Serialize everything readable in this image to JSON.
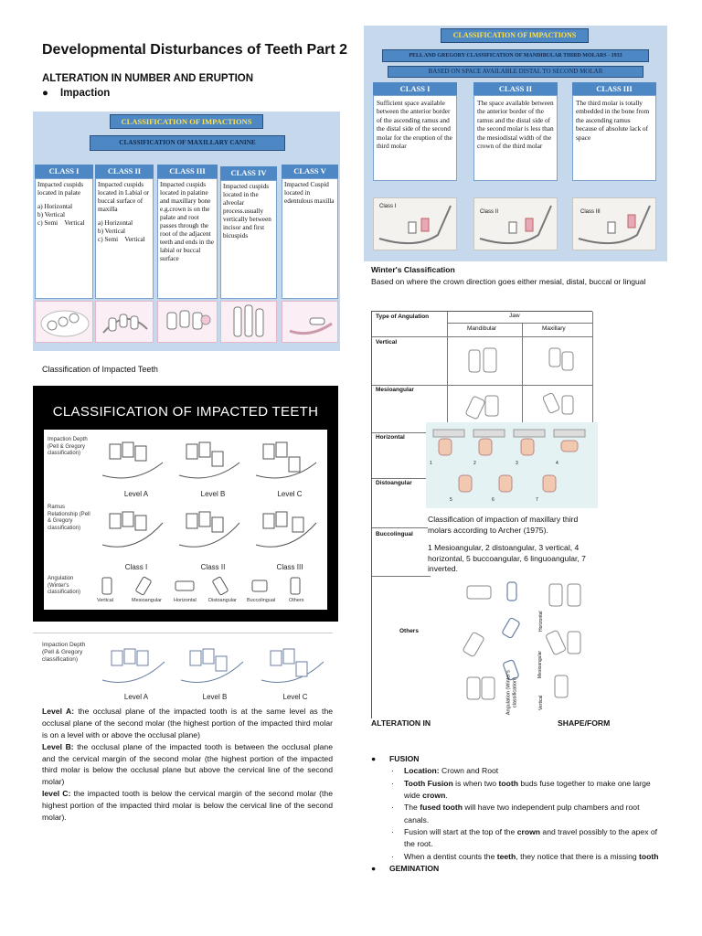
{
  "page": {
    "title": "Developmental Disturbances of Teeth Part 2",
    "section": "ALTERATION IN NUMBER AND ERUPTION",
    "bullet": "Impaction"
  },
  "canine_figure": {
    "title": "CLASSIFICATION OF IMPACTIONS",
    "subtitle": "CLASSIFICATION OF MAXILLARY CANINE",
    "classes": [
      {
        "head": "CLASS I",
        "text": "Impacted cuspids located in palate",
        "items": [
          "a)  Horizontal",
          "b)  Vertical",
          "c)  Semi    Vertical"
        ]
      },
      {
        "head": "CLASS II",
        "text": "Impacted cuspids located in Labial or buccal surface of maxilla",
        "items": [
          "a)  Horizontal",
          "b)  Vertical",
          "c)  Semi    Vertical"
        ]
      },
      {
        "head": "CLASS III",
        "text": "Impacted cuspids located in palatine and maxillary bone e.g.crown is on the palate and root passes through the root of the adjacent teeth and ends in the labial or buccal surface",
        "items": []
      },
      {
        "head": "CLASS IV",
        "text": "Impacted cuspids located in the alveolar process.usually vertically between incisor and first bicuspids",
        "items": []
      },
      {
        "head": "CLASS V",
        "text": "Impacted Cuspid located in edentulous maxilla",
        "items": []
      }
    ]
  },
  "caption_impacted": "Classification of Impacted Teeth",
  "black_figure": {
    "title": "CLASSIFICATION OF IMPACTED TEETH",
    "row1_label": "Impaction Depth (Pell & Gregory classification)",
    "row1_levels": [
      "Level A",
      "Level B",
      "Level C"
    ],
    "row2_label": "Ramus Relationship (Pell & Gregory classification)",
    "row2_levels": [
      "Class I",
      "Class II",
      "Class III"
    ],
    "row3_label": "Angulation (Winter's classification)",
    "row3_items": [
      "Vertical",
      "Mesioangular",
      "Horizontal",
      "Distoangular",
      "Buccolingual",
      "Others"
    ]
  },
  "depth_figure": {
    "label": "Impaction Depth (Pell & Gregory classification)",
    "levels": [
      "Level A",
      "Level B",
      "Level C"
    ]
  },
  "levels_text": [
    {
      "term": "Level A:",
      "text": " the occlusal plane of the impacted tooth is at the same level as the occlusal plane of the second molar (the highest portion of the impacted third molar is on a level with or above the occlusal plane)"
    },
    {
      "term": "Level B:",
      "text": " the occlusal plane of the impacted tooth is between the occlusal plane and the cervical margin of the second molar (the highest portion of the impacted third molar is below the occlusal plane but above the cervical line of the second molar)"
    },
    {
      "term": "level C:",
      "text": " the impacted tooth is below the cervical margin of the second molar (the highest portion of the impacted third molar is below the cervical line of the second molar)."
    }
  ],
  "pell_figure": {
    "title": "CLASSIFICATION OF IMPACTIONS",
    "subtitle": "PELL AND GREGORY CLASSIFICATION OF MANDIBULAR THIRD MOLARS - 1933",
    "subtitle2": "BASED ON SPACE AVAILABLE DISTAL TO SECOND MOLAR",
    "classes": [
      {
        "head": "CLASS I",
        "text": "Sufficient space available between the anterior border of the ascending ramus and the distal side of the second molar for the eruption of the third molar",
        "xray": "Class I"
      },
      {
        "head": "CLASS II",
        "text": "The space available between the anterior border of the ramus and the distal side of the second molar is less than the mesiodistal width of the crown of the third molar",
        "xray": "Class II"
      },
      {
        "head": "CLASS III",
        "text": "The third molar is totally embedded in the bone from the ascending ramus because of absolute lack of space",
        "xray": "Class III"
      }
    ]
  },
  "winters": {
    "heading": "Winter's Classification",
    "text": "Based on where the crown direction goes either mesial, distal, buccal or lingual"
  },
  "jaw_table": {
    "col0": "Type of Angulation",
    "group": "Jaw",
    "col1": "Mandibular",
    "col2": "Maxillary",
    "rows": [
      "Vertical",
      "Mesioangular",
      "Horizontal",
      "Distoangular",
      "Buccolingual",
      "Others"
    ],
    "rotated": [
      "Horizontal",
      "Mesioangular",
      "Vertical",
      "Angulation (Winter's classification)"
    ],
    "archer_nums": [
      "1",
      "2",
      "3",
      "4",
      "5",
      "6",
      "7"
    ]
  },
  "archer_text": {
    "caption": "Classification of impaction of maxillary third molars according to Archer (1975).",
    "list": "1 Mesioangular, 2 distoangular, 3 vertical, 4 horizontal, 5 buccoangular, 6 linguoangular, 7 inverted."
  },
  "alteration": {
    "left": "ALTERATION IN",
    "right": "SHAPE/FORM"
  },
  "fusion": {
    "heading": "FUSION",
    "location_term": "Location:",
    "location_text": " Crown and Root",
    "item2_a": "Tooth Fusion",
    "item2_b": " is when two ",
    "item2_c": "tooth",
    "item2_d": " buds fuse together to make one large wide ",
    "item2_e": "crown",
    "item2_f": ".",
    "item3_a": "The ",
    "item3_b": "fused tooth",
    "item3_c": " will have two independent pulp chambers and root canals.",
    "item4_a": "Fusion will start at the top of the ",
    "item4_b": "crown",
    "item4_c": " and travel possibly to the apex of the root.",
    "item5_a": "When a dentist counts the ",
    "item5_b": "teeth",
    "item5_c": ", they notice that there is a missing ",
    "item5_d": "tooth"
  },
  "gemination": "GEMINATION"
}
